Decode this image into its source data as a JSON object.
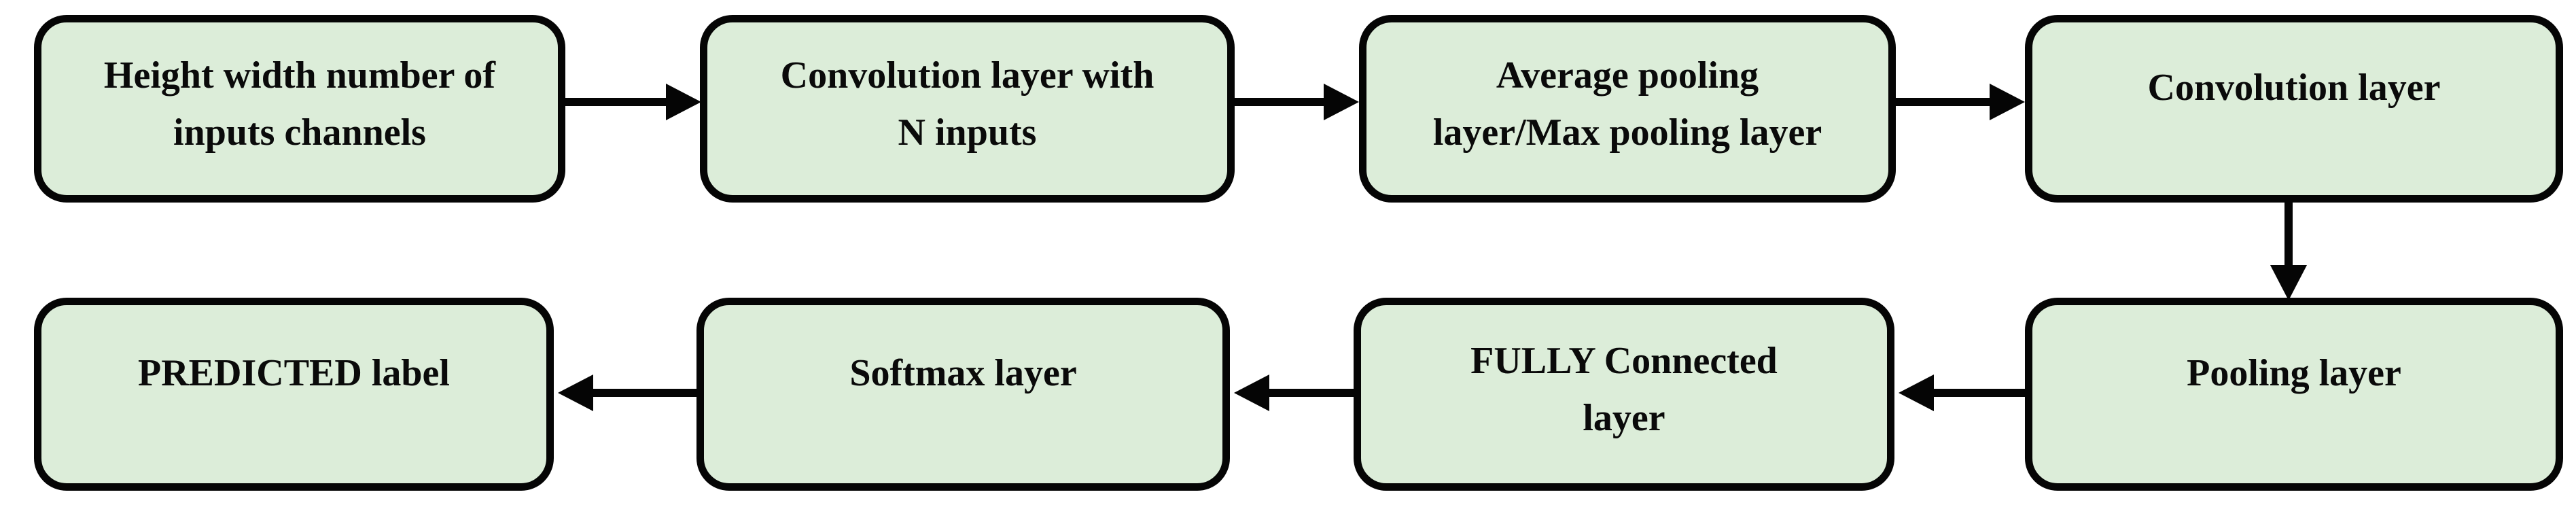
{
  "flowchart": {
    "description": "CNN architecture flow diagram",
    "colors": {
      "node_fill": "#dcedd9",
      "node_border": "#050505",
      "arrow": "#050505",
      "background": "#ffffff",
      "text": "#0a0a0a"
    },
    "nodes": [
      {
        "id": "input",
        "label": "Height width number of\ninputs channels"
      },
      {
        "id": "conv-n-inputs",
        "label": "Convolution layer with\nN inputs"
      },
      {
        "id": "avg-max-pooling",
        "label": "Average pooling\nlayer/Max pooling layer"
      },
      {
        "id": "conv-layer",
        "label": "Convolution layer"
      },
      {
        "id": "pooling-layer",
        "label": "Pooling layer"
      },
      {
        "id": "fully-connected",
        "label": "FULLY Connected\nlayer"
      },
      {
        "id": "softmax",
        "label": "Softmax layer"
      },
      {
        "id": "predicted",
        "label": "PREDICTED label"
      }
    ],
    "edges": [
      {
        "from": "input",
        "to": "conv-n-inputs",
        "direction": "right"
      },
      {
        "from": "conv-n-inputs",
        "to": "avg-max-pooling",
        "direction": "right"
      },
      {
        "from": "avg-max-pooling",
        "to": "conv-layer",
        "direction": "right"
      },
      {
        "from": "conv-layer",
        "to": "pooling-layer",
        "direction": "down"
      },
      {
        "from": "pooling-layer",
        "to": "fully-connected",
        "direction": "left"
      },
      {
        "from": "fully-connected",
        "to": "softmax",
        "direction": "left"
      },
      {
        "from": "softmax",
        "to": "predicted",
        "direction": "left"
      }
    ]
  }
}
